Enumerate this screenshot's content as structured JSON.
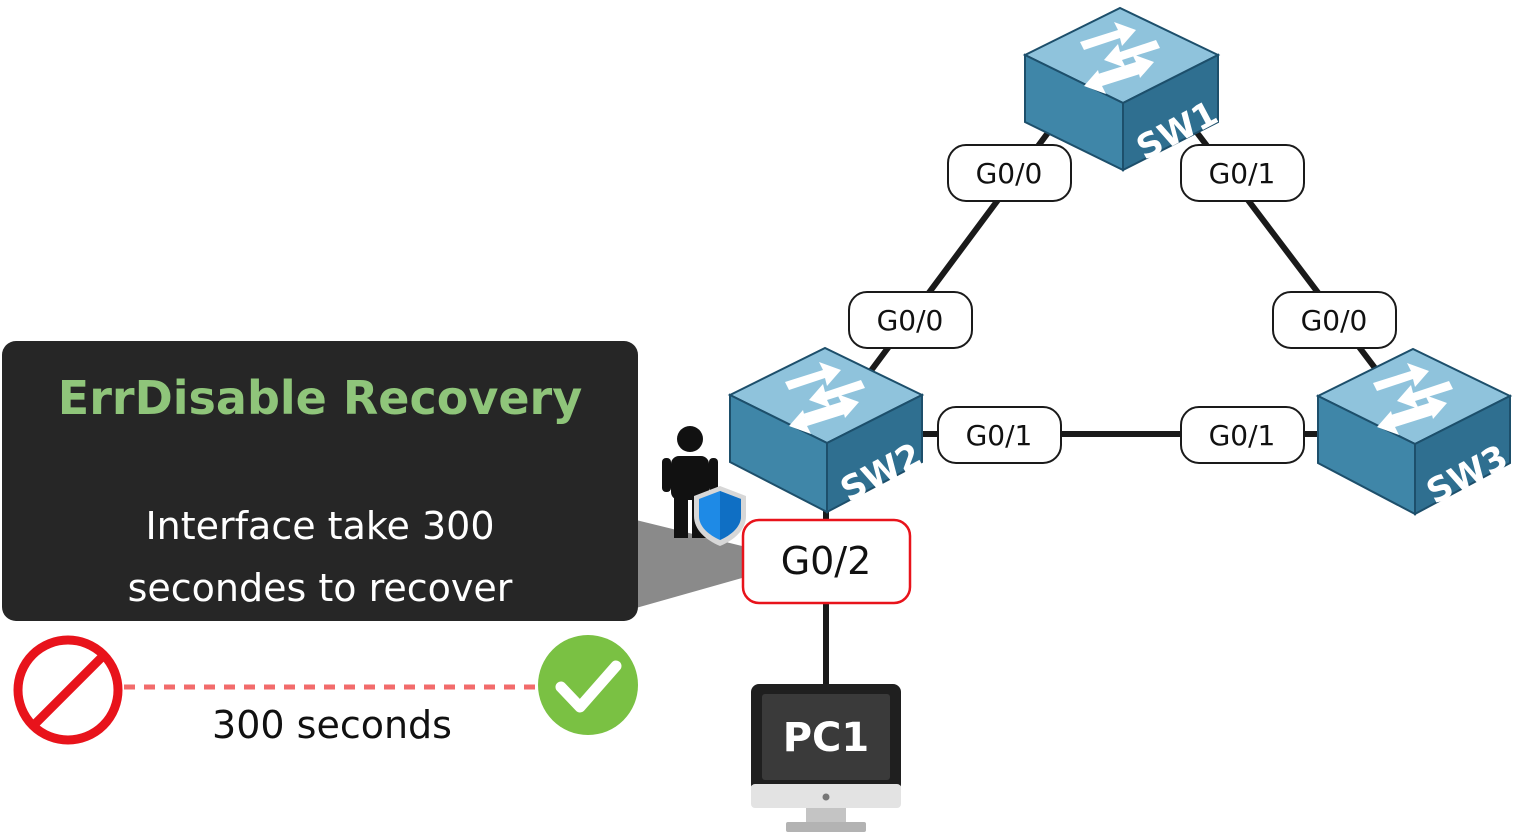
{
  "colors": {
    "switch_top": "#8fc3dc",
    "switch_side": "#3f86a8",
    "link": "#1a1a1a",
    "info_bg": "#262626",
    "title": "#8fc57a",
    "error_red": "#e8131b",
    "timer_dash": "#f26b6b",
    "ok_green": "#7ac143",
    "shield": "#1e8ae6"
  },
  "switches": [
    {
      "label": "SW1"
    },
    {
      "label": "SW2"
    },
    {
      "label": "SW3"
    }
  ],
  "ports": {
    "sw1_g00": "G0/0",
    "sw1_g01": "G0/1",
    "sw2_g00": "G0/0",
    "sw2_g01": "G0/1",
    "sw2_g02": "G0/2",
    "sw3_g00": "G0/0",
    "sw3_g01": "G0/1"
  },
  "pc": {
    "label": "PC1"
  },
  "info": {
    "title": "ErrDisable Recovery",
    "body_line1": "Interface take 300",
    "body_line2": "secondes to recover"
  },
  "timer": {
    "label": "300 seconds",
    "start_icon": "prohibited-icon",
    "end_icon": "checkmark-icon"
  },
  "icons": {
    "user": "person-icon",
    "shield": "shield-icon"
  }
}
